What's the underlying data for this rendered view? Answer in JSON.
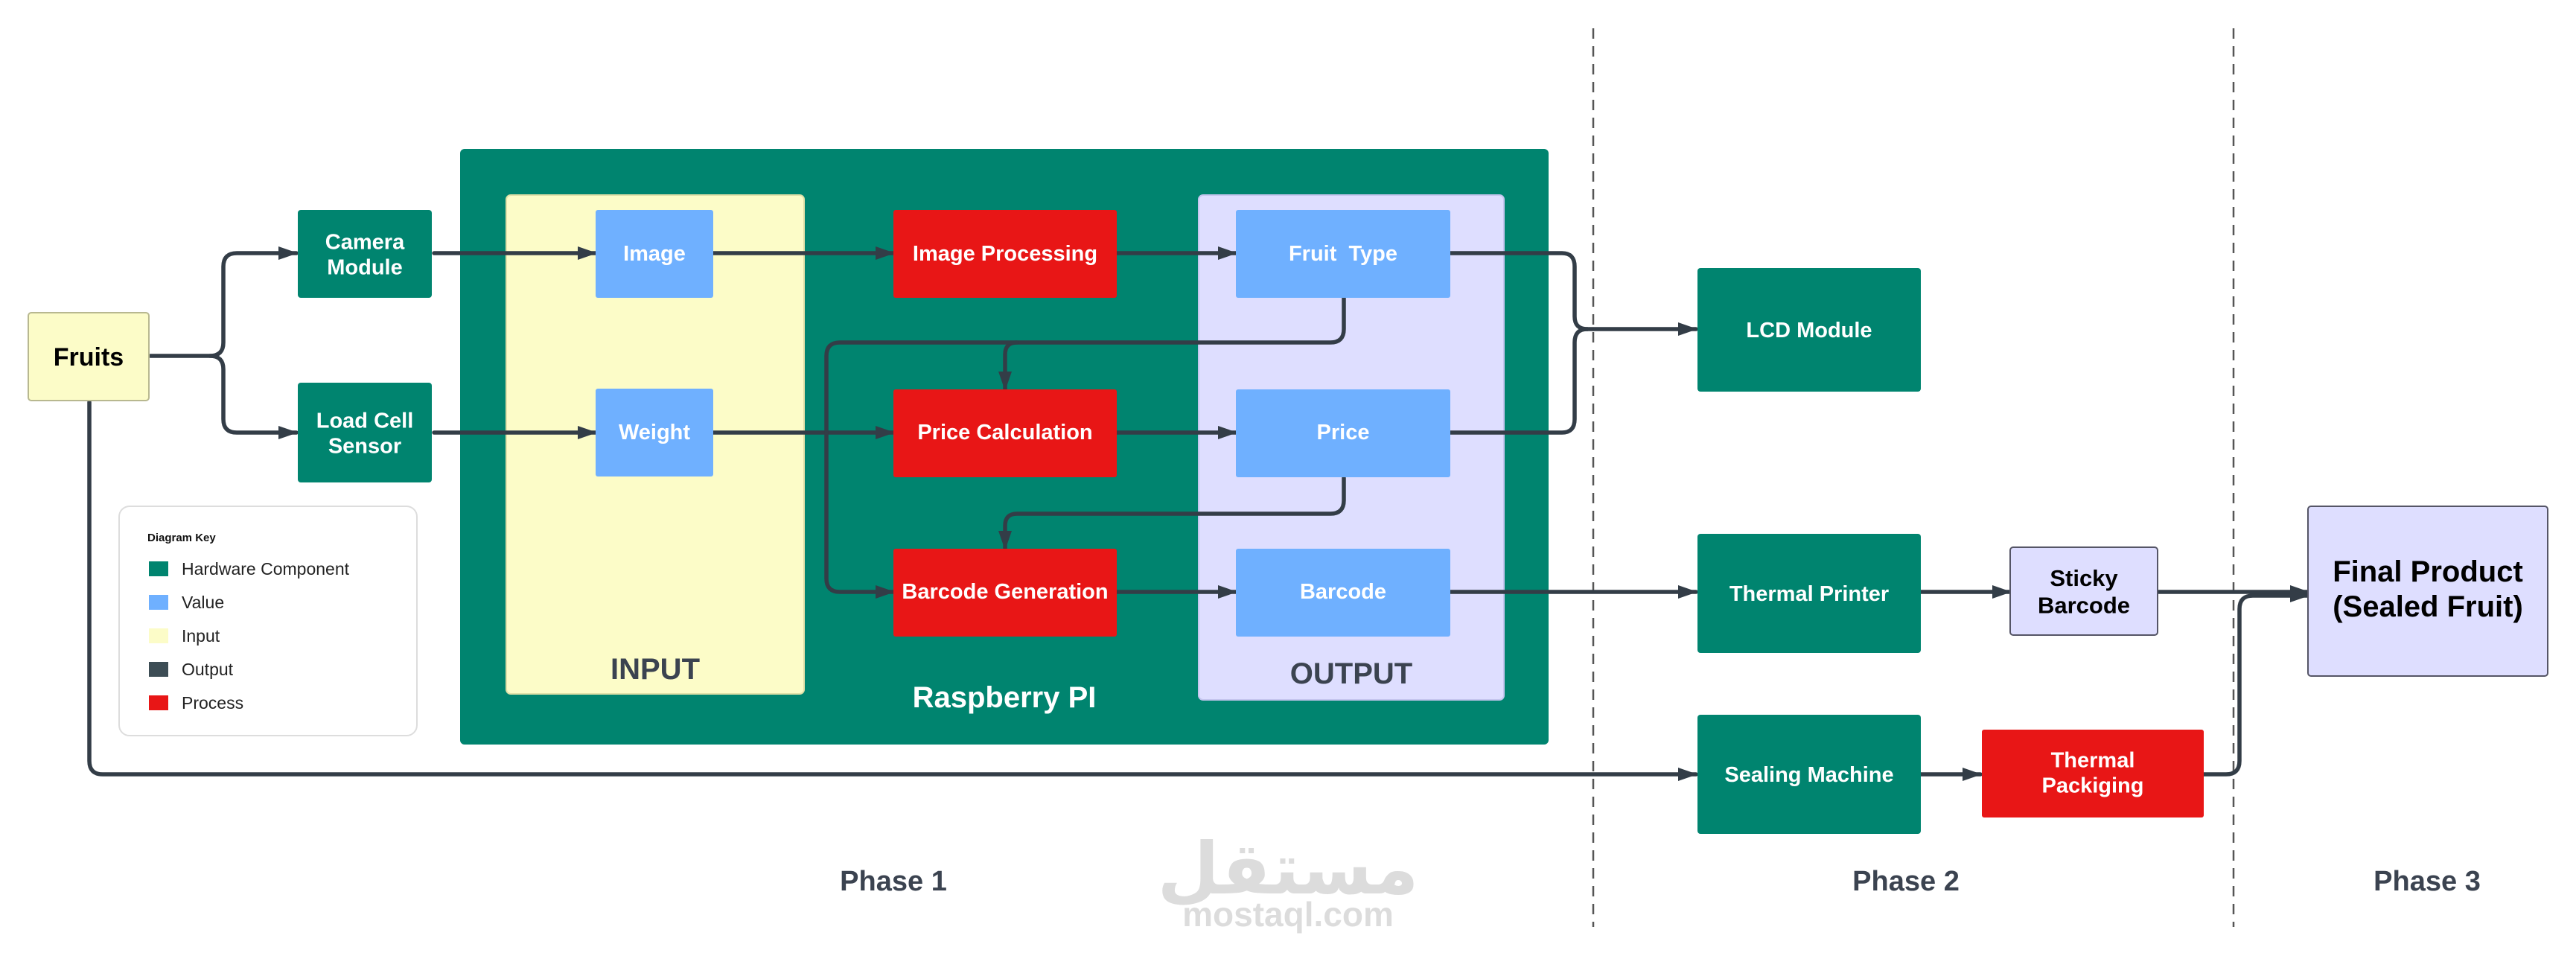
{
  "colors": {
    "hardware": "#00846f",
    "value": "#6fb0ff",
    "input": "#fcfcc8",
    "output": "#3d4d55",
    "process": "#e81616",
    "output_box": "#dedeff",
    "connector": "#333d47",
    "phase_text": "#3b4350"
  },
  "nodes": {
    "fruits": "Fruits",
    "camera_module": "Camera Module",
    "load_cell_sensor": "Load Cell Sensor",
    "image": "Image",
    "weight": "Weight",
    "image_processing": "Image Processing",
    "price_calculation": "Price Calculation",
    "barcode_generation": "Barcode Generation",
    "fruit_type": "Fruit  Type",
    "price": "Price",
    "barcode": "Barcode",
    "lcd_module": "LCD Module",
    "thermal_printer": "Thermal Printer",
    "sticky_barcode": "Sticky Barcode",
    "sealing_machine": "Sealing Machine",
    "thermal_packaging": "Thermal Packiging",
    "final_product": "Final Product (Sealed Fruit)"
  },
  "groups": {
    "raspberry_pi": "Raspberry PI",
    "input": "INPUT",
    "output": "OUTPUT"
  },
  "legend": {
    "title": "Diagram Key",
    "items": [
      {
        "label": "Hardware Component",
        "color": "#00846f"
      },
      {
        "label": "Value",
        "color": "#6fb0ff"
      },
      {
        "label": "Input",
        "color": "#fcfcc8"
      },
      {
        "label": "Output",
        "color": "#3d4d55"
      },
      {
        "label": "Process",
        "color": "#e81616"
      }
    ]
  },
  "phases": [
    "Phase 1",
    "Phase 2",
    "Phase 3"
  ],
  "watermark": {
    "arabic": "مستقل",
    "latin": "mostaql.com"
  }
}
